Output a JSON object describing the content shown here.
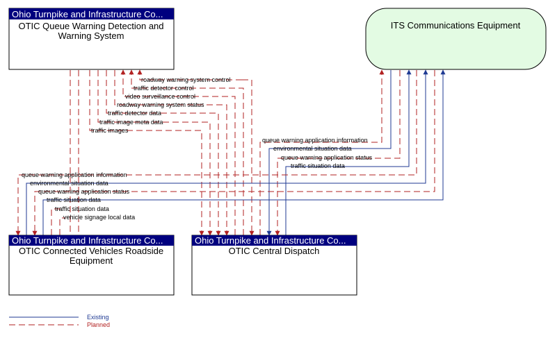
{
  "colors": {
    "existing": "#1f3a93",
    "planned": "#b22222",
    "header": "#00007f",
    "its_fill": "#e3fbe3"
  },
  "elements": {
    "queue_warning": {
      "header": "Ohio Turnpike and Infrastructure Co...",
      "lines": [
        "OTIC Queue Warning Detection and",
        "Warning System"
      ]
    },
    "its_comm": {
      "lines": [
        "ITS Communications Equipment"
      ]
    },
    "roadside": {
      "header": "Ohio Turnpike and Infrastructure Co...",
      "lines": [
        "OTIC Connected Vehicles Roadside",
        "Equipment"
      ]
    },
    "dispatch": {
      "header": "Ohio Turnpike and Infrastructure Co...",
      "lines": [
        "OTIC Central Dispatch"
      ]
    }
  },
  "flows": [
    {
      "id": "f1",
      "label": "roadway warning system control",
      "status": "planned"
    },
    {
      "id": "f2",
      "label": "traffic detector control",
      "status": "planned"
    },
    {
      "id": "f3",
      "label": "video surveillance control",
      "status": "planned"
    },
    {
      "id": "f4",
      "label": "roadway warning system status",
      "status": "planned"
    },
    {
      "id": "f5",
      "label": "traffic detector data",
      "status": "planned"
    },
    {
      "id": "f6",
      "label": "traffic image meta data",
      "status": "planned"
    },
    {
      "id": "f7",
      "label": "traffic images",
      "status": "planned"
    },
    {
      "id": "f8",
      "label": "queue warning application information",
      "status": "planned"
    },
    {
      "id": "f9",
      "label": "environmental situation data",
      "status": "existing"
    },
    {
      "id": "f10",
      "label": "queue warning application status",
      "status": "planned"
    },
    {
      "id": "f11",
      "label": "traffic situation data",
      "status": "existing"
    },
    {
      "id": "f12",
      "label": "queue warning application information",
      "status": "planned"
    },
    {
      "id": "f13",
      "label": "environmental situation data",
      "status": "existing"
    },
    {
      "id": "f14",
      "label": "queue warning application status",
      "status": "planned"
    },
    {
      "id": "f15",
      "label": "traffic situation data",
      "status": "existing"
    },
    {
      "id": "f16",
      "label": "traffic situation data",
      "status": "planned"
    },
    {
      "id": "f17",
      "label": "vehicle signage local data",
      "status": "planned"
    }
  ],
  "legend": {
    "existing": "Existing",
    "planned": "Planned"
  }
}
